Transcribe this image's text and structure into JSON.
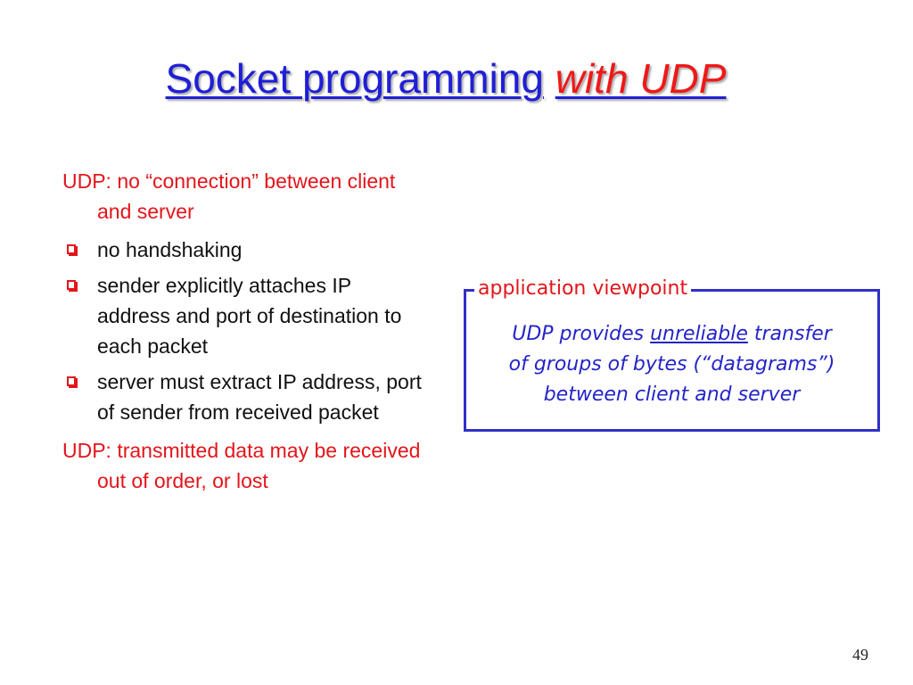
{
  "slide": {
    "title_main": "Socket programming",
    "title_accent": "with UDP",
    "page_number": "49"
  },
  "left": {
    "para1": "UDP: no “connection” between client and server",
    "bullets": [
      "no handshaking",
      "sender explicitly attaches IP address and port of destination to each packet",
      "server must extract IP address, port of sender from received packet"
    ],
    "para2": "UDP: transmitted data may be received out of order, or lost"
  },
  "viewpoint": {
    "legend": "application viewpoint",
    "line1_pre": "UDP provides",
    "line1_underlined": "unreliable",
    "line1_post": "transfer",
    "line2": "of groups of bytes (“datagrams”)",
    "line3": "between client and server"
  },
  "colors": {
    "title_blue": "#1f1fd6",
    "accent_red": "#e3151b",
    "box_blue": "#3030c8"
  },
  "icons": {
    "bullet": "hollow-square-bullet-icon"
  }
}
